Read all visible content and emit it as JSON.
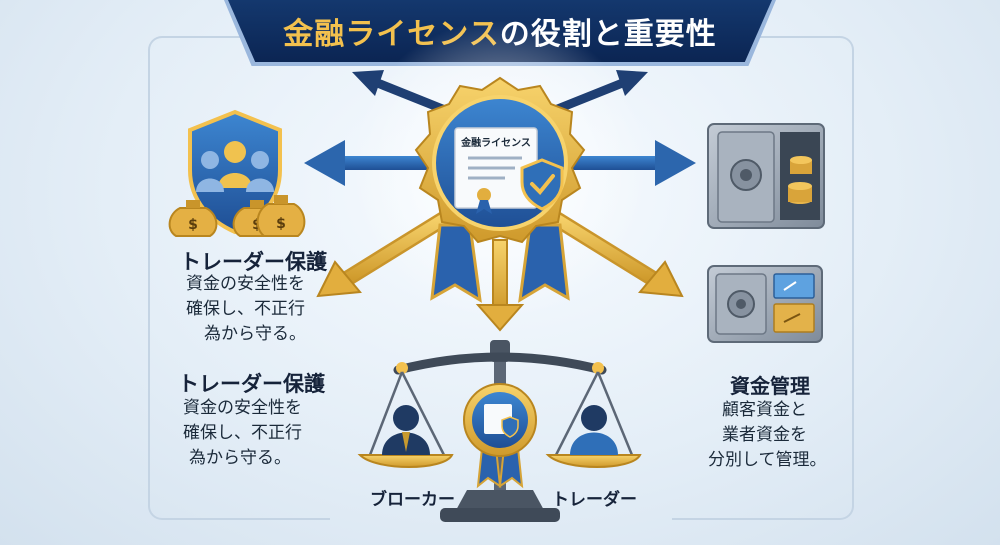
{
  "title": {
    "part1": "金融ライセンス",
    "part2": "の役割と重要性"
  },
  "certificate": {
    "heading": "金融ライセンス"
  },
  "left_top": {
    "heading": "トレーダー保護",
    "lines": [
      "資金の安全性を",
      "確保し、不正行",
      "為から守る。"
    ]
  },
  "left_bottom": {
    "heading": "トレーダー保護",
    "lines": [
      "資金の安全性を",
      "確保し、不正行",
      "為から守る。"
    ]
  },
  "right_bottom": {
    "heading": "資金管理",
    "lines": [
      "顧客資金と",
      "業者資金を",
      "分別して管理。"
    ]
  },
  "scale": {
    "left_label": "ブローカー",
    "right_label": "トレーダー"
  },
  "colors": {
    "navy": "#0b2553",
    "gold": "#f3c14e",
    "blue": "#2f6fb8",
    "steel": "#8b97a6"
  }
}
